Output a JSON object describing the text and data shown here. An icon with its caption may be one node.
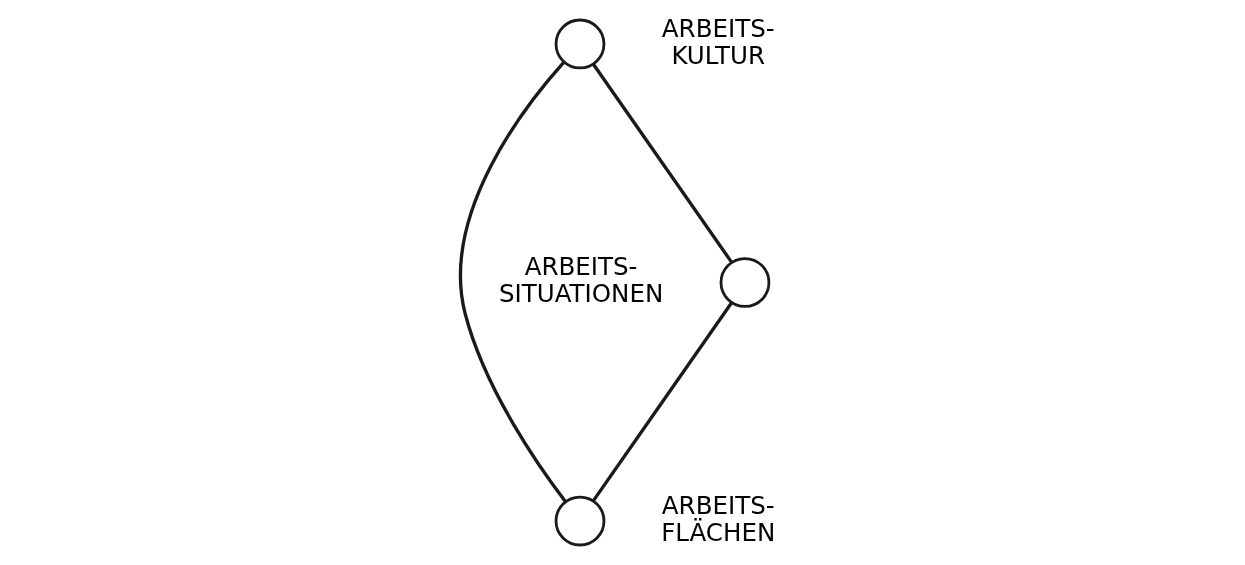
{
  "diagram": {
    "nodes": [
      {
        "text": [],
        "shape": "circle",
        "beside": [
          "ARBEITS- KULTUR"
        ]
      },
      {
        "text": [],
        "shape": "circle",
        "beside": [
          "ARBEITS- SITUATIONEN"
        ]
      },
      {
        "text": [],
        "shape": "circle",
        "beside": [
          "ARBEITS- FLÄCHEN"
        ]
      }
    ],
    "edges": [
      {
        "from": 0,
        "to": 1,
        "arrow": "none"
      },
      {
        "from": 0,
        "to": 2,
        "arrow": "none"
      },
      {
        "from": 1,
        "to": 2,
        "arrow": "none"
      }
    ]
  }
}
